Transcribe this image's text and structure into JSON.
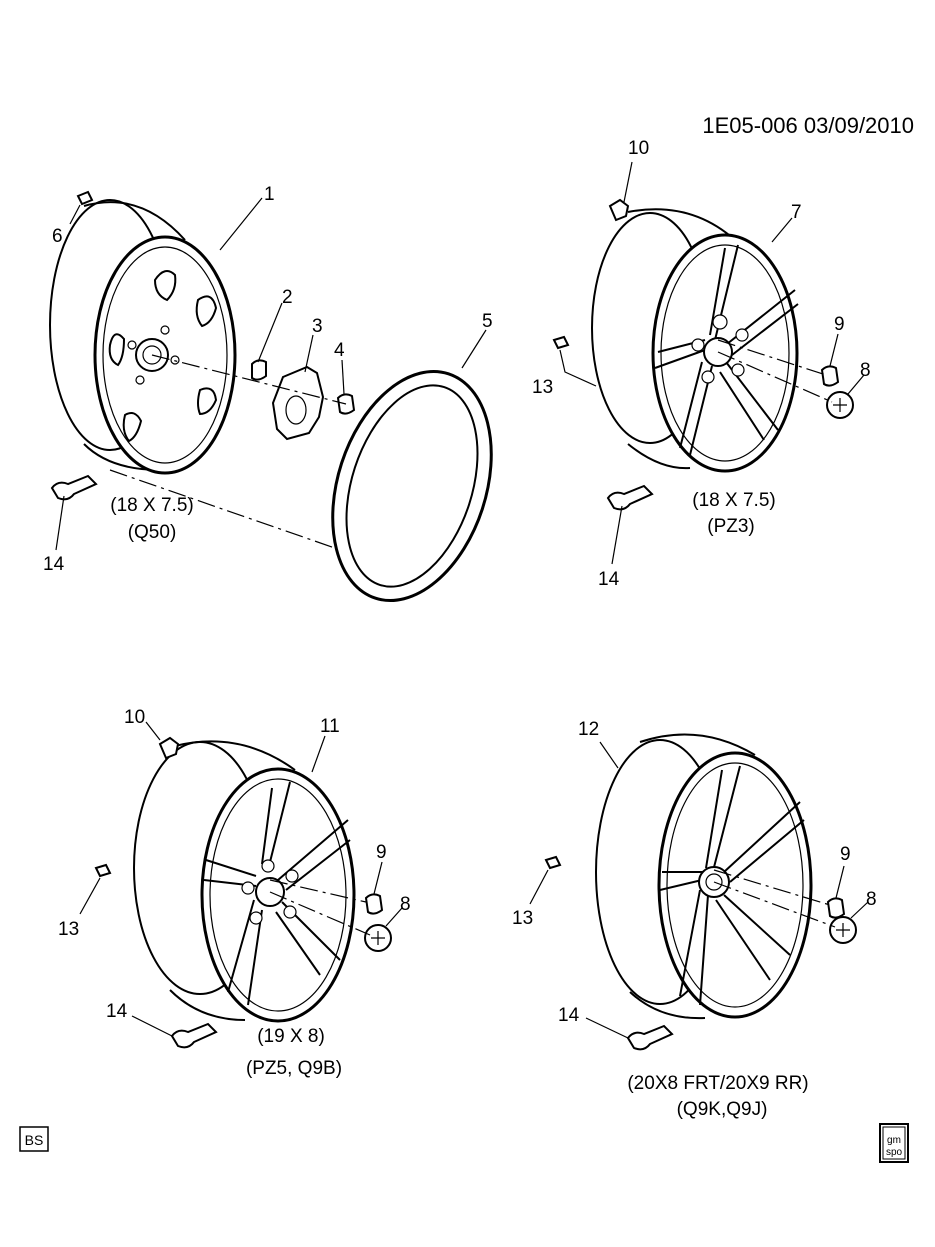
{
  "header": {
    "code": "1E05-006 03/09/2010"
  },
  "callouts": {
    "c1": "1",
    "c2": "2",
    "c3": "3",
    "c4": "4",
    "c5": "5",
    "c6": "6",
    "c7": "7",
    "c8a": "8",
    "c9a": "9",
    "c10a": "10",
    "c13a": "13",
    "c14a": "14",
    "c14b": "14",
    "c10b": "10",
    "c11": "11",
    "c9b": "9",
    "c8b": "8",
    "c13b": "13",
    "c14c": "14",
    "c12": "12",
    "c9c": "9",
    "c8c": "8",
    "c13c": "13",
    "c14d": "14"
  },
  "captions": {
    "q50_size": "(18 X 7.5)",
    "q50_code": "(Q50)",
    "pz3_size": "(18 X 7.5)",
    "pz3_code": "(PZ3)",
    "pz5_size": "(19 X 8)",
    "pz5_code": "(PZ5, Q9B)",
    "q9k_size": "(20X8 FRT/20X9 RR)",
    "q9k_code": "(Q9K,Q9J)"
  },
  "footer": {
    "left_badge": "BS",
    "logo_top": "gm",
    "logo_bottom": "spo"
  }
}
